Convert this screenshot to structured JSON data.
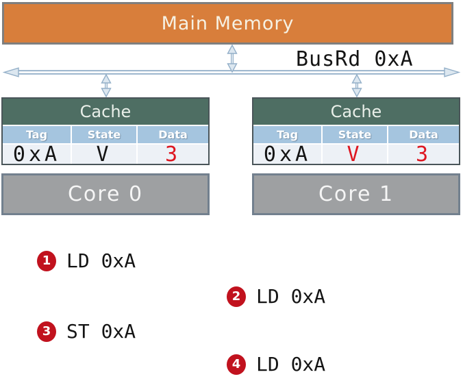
{
  "memory": {
    "label": "Main Memory"
  },
  "bus": {
    "label": "BusRd 0xA"
  },
  "caches": [
    {
      "title": "Cache",
      "columns": [
        "Tag",
        "State",
        "Data"
      ],
      "row": {
        "tag": "0xA",
        "state": "V",
        "data": "3"
      }
    },
    {
      "title": "Cache",
      "columns": [
        "Tag",
        "State",
        "Data"
      ],
      "row": {
        "tag": "0xA",
        "state": "V",
        "data": "3"
      }
    }
  ],
  "cores": [
    {
      "label": "Core 0"
    },
    {
      "label": "Core 1"
    }
  ],
  "operations": [
    {
      "number": "1",
      "label": "LD 0xA"
    },
    {
      "number": "2",
      "label": "LD 0xA"
    },
    {
      "number": "3",
      "label": "ST 0xA"
    },
    {
      "number": "4",
      "label": "LD 0xA"
    }
  ],
  "colors": {
    "memory_fill": "#D87E3B",
    "memory_border": "#7F7F7F",
    "cache_header_fill": "#4E6E63",
    "column_header_fill": "#A5C5DF",
    "data_row_fill": "#EDF1F6",
    "table_border": "#4A5559",
    "core_fill": "#9EA0A2",
    "core_border": "#72808E",
    "arrow_blue": "#93AFC8",
    "arrow_light": "#DCE7F0",
    "red_badge": "#C1121E",
    "red_accent": "#DE1620",
    "text_dark": "#141414"
  }
}
